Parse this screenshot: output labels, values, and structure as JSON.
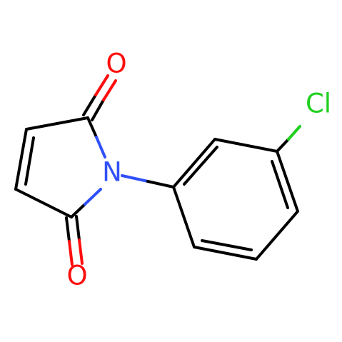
{
  "molecule": {
    "atoms": {
      "o_top": {
        "symbol": "O",
        "color": "#ff0d0d"
      },
      "o_bottom": {
        "symbol": "O",
        "color": "#ff0d0d"
      },
      "n_ring": {
        "symbol": "N",
        "color": "#3050f8"
      },
      "cl": {
        "symbol": "Cl",
        "color": "#1fd01f"
      }
    },
    "bond_color": "#000000"
  }
}
